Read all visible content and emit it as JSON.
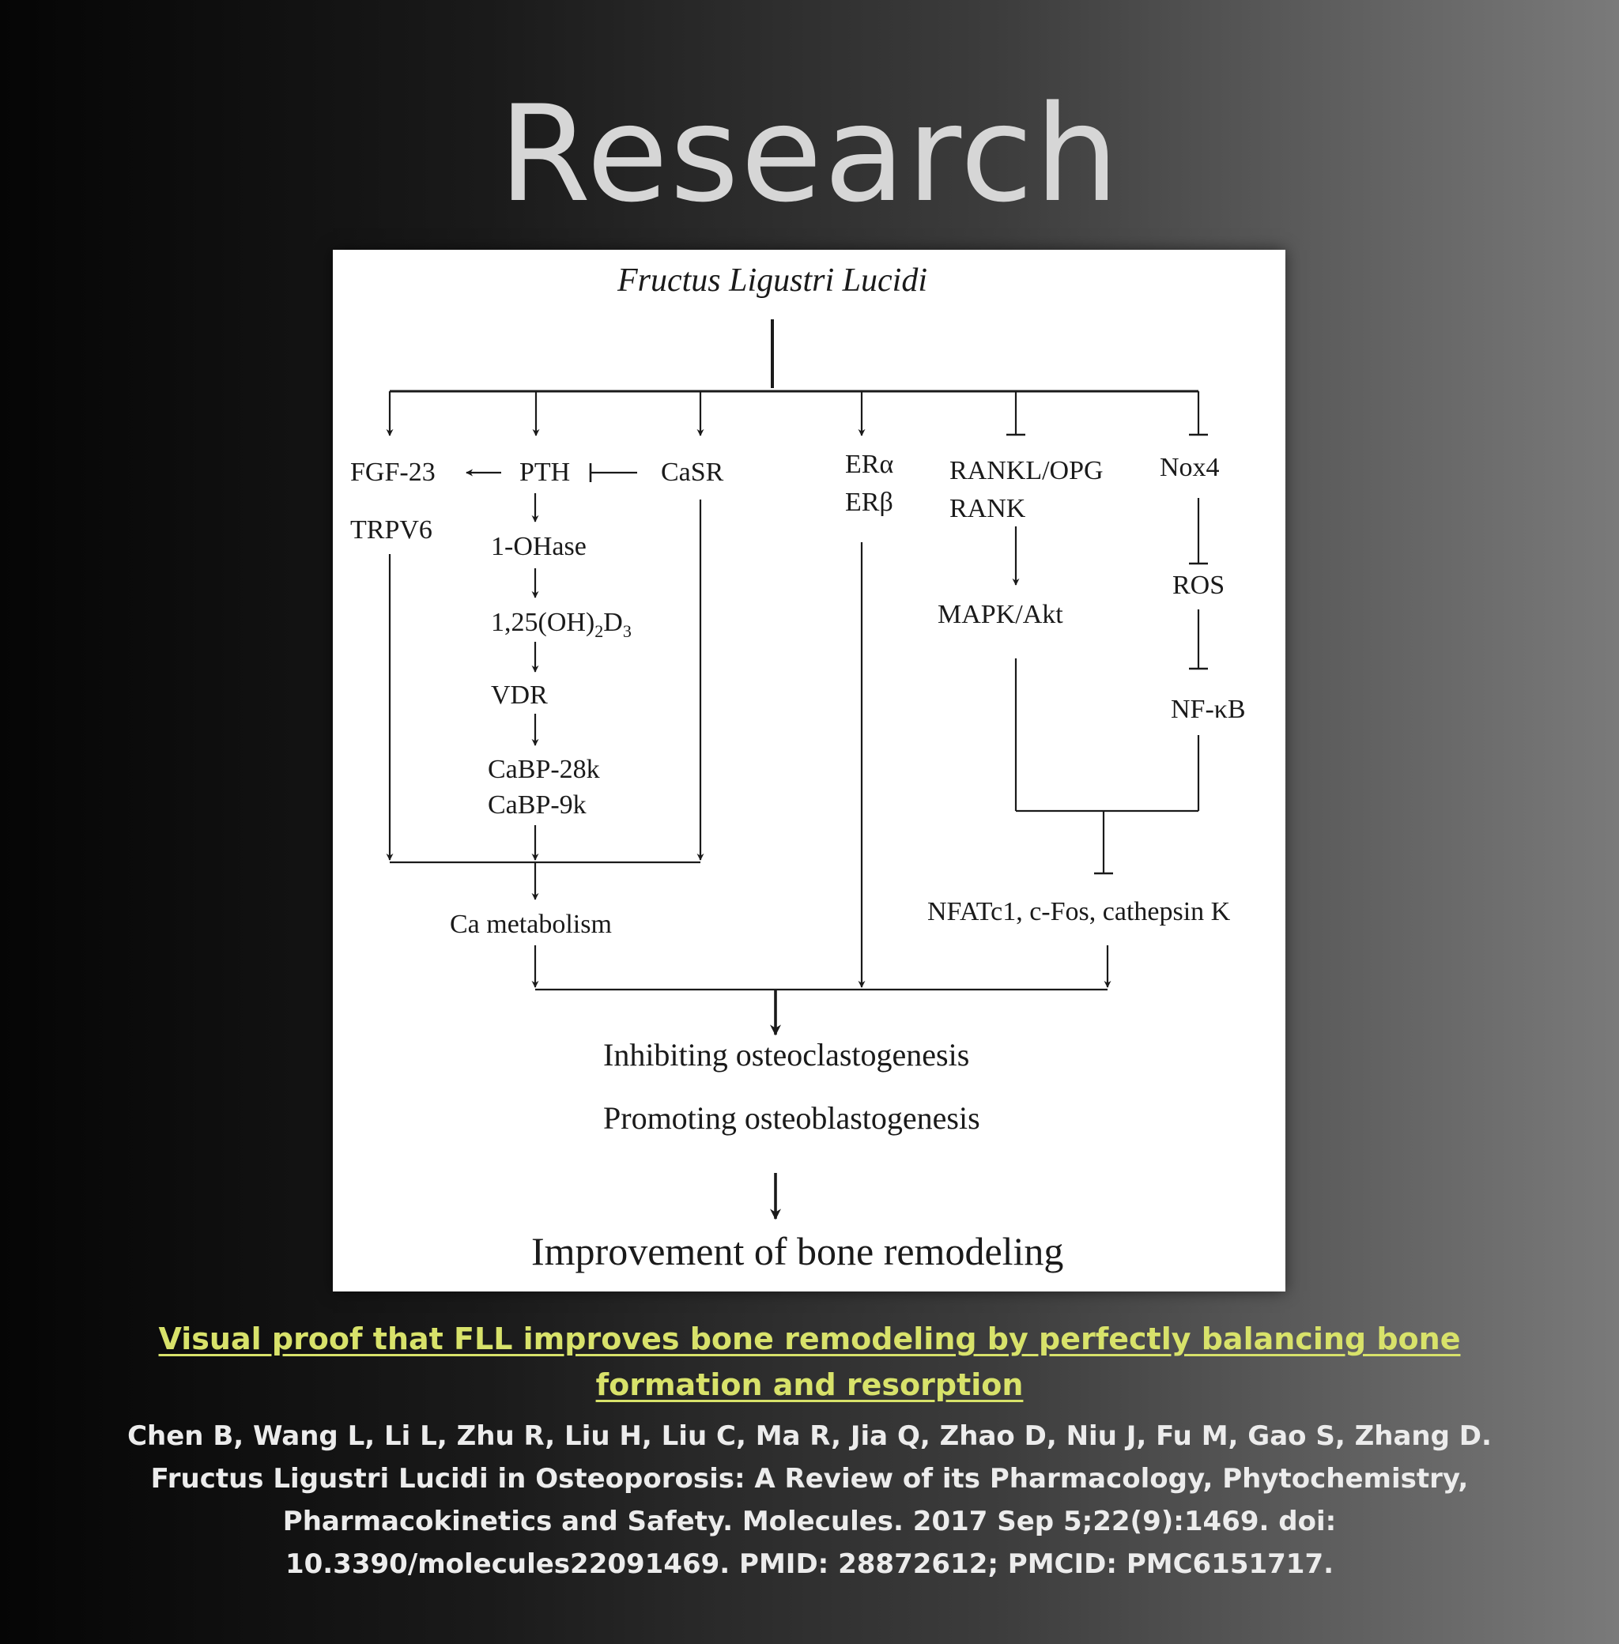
{
  "page": {
    "title": "Research"
  },
  "diagram": {
    "root": "Fructus Ligustri Lucidi",
    "fgf23": "FGF-23",
    "trpv6": "TRPV6",
    "pth": "PTH",
    "casr": "CaSR",
    "ohase": "1-OHase",
    "vitd": {
      "main": "1,25(OH)",
      "sub1": "2",
      "mid": "D",
      "sub2": "3"
    },
    "vdr": "VDR",
    "cabp28k": "CaBP-28k",
    "cabp9k": "CaBP-9k",
    "ca_metabolism": "Ca metabolism",
    "er_alpha": "ERα",
    "er_beta": "ERβ",
    "rankl_opg": "RANKL/OPG",
    "rank": "RANK",
    "mapk": "MAPK/Akt",
    "nox4": "Nox4",
    "ros": "ROS",
    "nfkb": "NF-κB",
    "nfatc1": "NFATc1, c-Fos, cathepsin K",
    "inhibit": "Inhibiting osteoclastogenesis",
    "promote": "Promoting osteoblastogenesis",
    "outcome": "Improvement of bone remodeling"
  },
  "caption": {
    "link_text": "Visual proof that FLL improves bone remodeling by perfectly balancing bone formation and resorption",
    "citation": "Chen B, Wang L, Li L, Zhu R, Liu H, Liu C, Ma R, Jia Q, Zhao D, Niu J, Fu M, Gao S, Zhang D. Fructus Ligustri Lucidi in Osteoporosis: A Review of its Pharmacology, Phytochemistry, Pharmacokinetics and Safety. Molecules. 2017 Sep 5;22(9):1469. doi: 10.3390/molecules22091469. PMID: 28872612; PMCID: PMC6151717."
  },
  "colors": {
    "link": "#d8e26a",
    "citation": "#ececec",
    "title": "#d6d6d6",
    "diagram_ink": "#1a1a1a"
  }
}
